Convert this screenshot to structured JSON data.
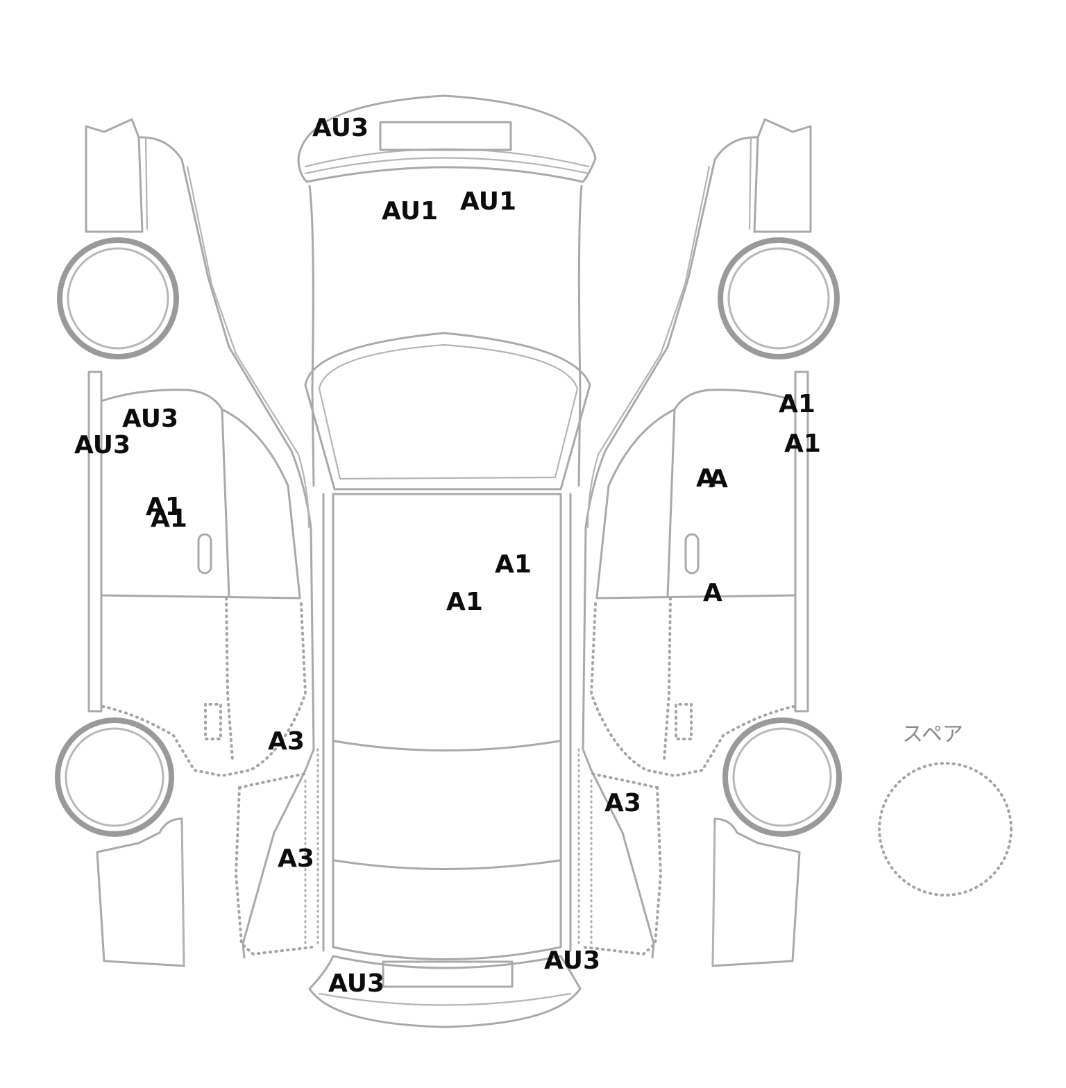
{
  "diagram": {
    "spare_label": "スペア",
    "marks": [
      {
        "id": "front-bumper",
        "text": "AU3"
      },
      {
        "id": "hood-left",
        "text": "AU1"
      },
      {
        "id": "hood-right",
        "text": "AU1"
      },
      {
        "id": "left-door-upper",
        "text": "AU3"
      },
      {
        "id": "left-pillar",
        "text": "AU3"
      },
      {
        "id": "left-door-1",
        "text": "A1"
      },
      {
        "id": "left-door-2",
        "text": "A1"
      },
      {
        "id": "left-rear-1",
        "text": "A3"
      },
      {
        "id": "left-rear-2",
        "text": "A3"
      },
      {
        "id": "roof-1",
        "text": "A1"
      },
      {
        "id": "roof-2",
        "text": "A1"
      },
      {
        "id": "right-pillar-1",
        "text": "A1"
      },
      {
        "id": "right-pillar-2",
        "text": "A1"
      },
      {
        "id": "right-door-1",
        "text": "A"
      },
      {
        "id": "right-door-2",
        "text": "A"
      },
      {
        "id": "right-door-3",
        "text": "A"
      },
      {
        "id": "right-rear",
        "text": "A3"
      },
      {
        "id": "rear-bumper-left",
        "text": "AU3"
      },
      {
        "id": "rear-bumper-right",
        "text": "AU3"
      }
    ]
  }
}
